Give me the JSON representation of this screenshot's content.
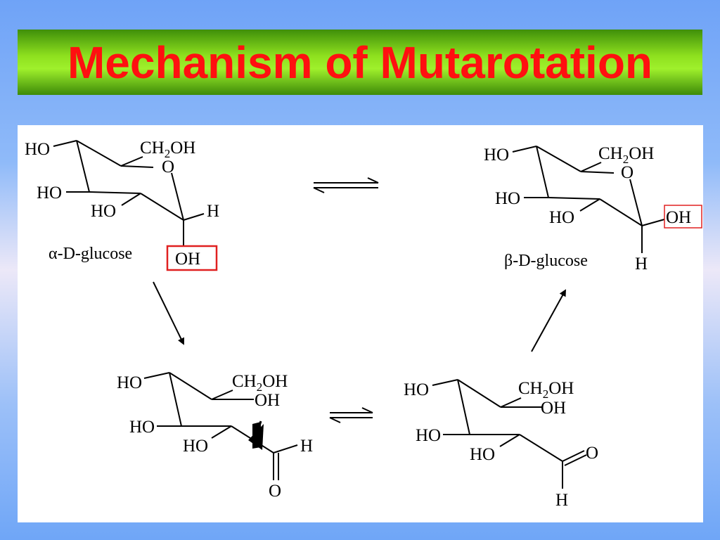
{
  "slide": {
    "title": "Mechanism of Mutarotation",
    "colors": {
      "title_text": "#ff1010",
      "banner_green": "#8ee01e",
      "highlight_box": "#e02020"
    }
  },
  "diagram": {
    "alpha": {
      "ho_top": "HO",
      "ch2oh_ch": "CH",
      "ch2oh_sub": "2",
      "ch2oh_oh": "OH",
      "ring_o": "O",
      "ho_mid": "HO",
      "ho_low": "HO",
      "h": "H",
      "anomeric_oh": "OH",
      "caption": "α-D-glucose"
    },
    "beta": {
      "ho_top": "HO",
      "ch2oh_ch": "CH",
      "ch2oh_sub": "2",
      "ch2oh_oh": "OH",
      "ring_o": "O",
      "ho_mid": "HO",
      "ho_low": "HO",
      "anomeric_oh": "OH",
      "h": "H",
      "caption": "β-D-glucose"
    },
    "open1": {
      "ho_top": "HO",
      "ch2oh_ch": "CH",
      "ch2oh_sub": "2",
      "ch2oh_oh": "OH",
      "oh": "OH",
      "ho_mid": "HO",
      "ho_low": "HO",
      "h": "H",
      "o": "O"
    },
    "open2": {
      "ho_top": "HO",
      "ch2oh_ch": "CH",
      "ch2oh_sub": "2",
      "ch2oh_oh": "OH",
      "oh": "OH",
      "ho_mid": "HO",
      "ho_low": "HO",
      "o": "O",
      "h": "H"
    }
  }
}
